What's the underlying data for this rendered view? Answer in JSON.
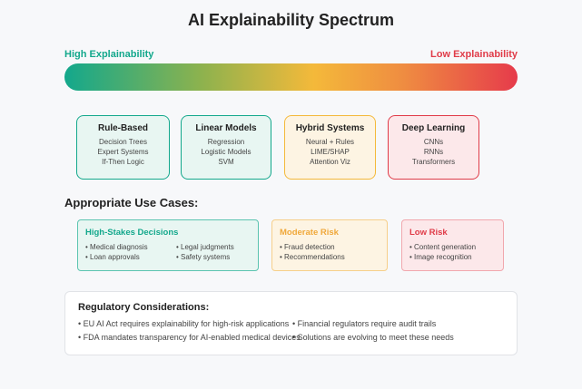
{
  "title": "AI Explainability Spectrum",
  "spectrum": {
    "high_label": "High Explainability",
    "low_label": "Low Explainability",
    "colors": [
      "#13a88c",
      "#f4b93a",
      "#e63b4b"
    ]
  },
  "models": [
    {
      "title": "Rule-Based",
      "items": [
        "Decision Trees",
        "Expert Systems",
        "If-Then Logic"
      ]
    },
    {
      "title": "Linear Models",
      "items": [
        "Regression",
        "Logistic Models",
        "SVM"
      ]
    },
    {
      "title": "Hybrid Systems",
      "items": [
        "Neural + Rules",
        "LIME/SHAP",
        "Attention Viz"
      ]
    },
    {
      "title": "Deep Learning",
      "items": [
        "CNNs",
        "RNNs",
        "Transformers"
      ]
    }
  ],
  "use_cases": {
    "title": "Appropriate Use Cases:",
    "groups": [
      {
        "title": "High-Stakes Decisions",
        "items": [
          "• Medical diagnosis",
          "• Loan approvals",
          "• Legal judgments",
          "• Safety systems"
        ]
      },
      {
        "title": "Moderate Risk",
        "items": [
          "• Fraud detection",
          "• Recommendations"
        ]
      },
      {
        "title": "Low Risk",
        "items": [
          "• Content generation",
          "• Image recognition"
        ]
      }
    ]
  },
  "regulatory": {
    "title": "Regulatory Considerations:",
    "items": [
      "• EU AI Act requires explainability for high-risk applications",
      "• FDA mandates transparency for AI-enabled medical devices",
      "• Financial regulators require audit trails",
      "• Solutions are evolving to meet these needs"
    ]
  }
}
